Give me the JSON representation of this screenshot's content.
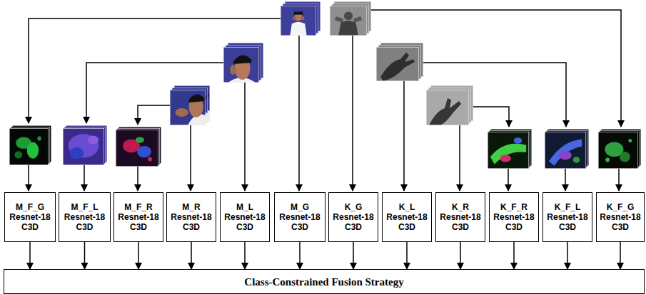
{
  "diagram": {
    "nodes": [
      {
        "text": [
          "M_F_G",
          "Resnet-18 C3D"
        ]
      },
      {
        "text": [
          "M_F_L",
          "Resnet-18 C3D"
        ]
      },
      {
        "text": [
          "M_F_R",
          "Resnet-18 C3D"
        ]
      },
      {
        "text": [
          "M_R",
          "Resnet-18 C3D"
        ]
      },
      {
        "text": [
          "M_L",
          "Resnet-18 C3D"
        ]
      },
      {
        "text": [
          "M_G",
          "Resnet-18 C3D"
        ]
      },
      {
        "text": [
          "K_G",
          "Resnet-18 C3D"
        ]
      },
      {
        "text": [
          "K_L",
          "Resnet-18 C3D"
        ]
      },
      {
        "text": [
          "K_R",
          "Resnet-18 C3D"
        ]
      },
      {
        "text": [
          "K_F_R",
          "Resnet-18 C3D"
        ]
      },
      {
        "text": [
          "K_F_L",
          "Resnet-18 C3D"
        ]
      },
      {
        "text": [
          "K_F_G",
          "Resnet-18 C3D"
        ]
      },
      {
        "text": [
          "Class-Constrained Fusion Strategy"
        ]
      }
    ],
    "edges": [
      {
        "from": 0,
        "to": 12,
        "arrow": "to"
      },
      {
        "from": 1,
        "to": 12,
        "arrow": "to"
      },
      {
        "from": 2,
        "to": 12,
        "arrow": "to"
      },
      {
        "from": 3,
        "to": 12,
        "arrow": "to"
      },
      {
        "from": 4,
        "to": 12,
        "arrow": "to"
      },
      {
        "from": 5,
        "to": 12,
        "arrow": "to"
      },
      {
        "from": 6,
        "to": 12,
        "arrow": "to"
      },
      {
        "from": 7,
        "to": 12,
        "arrow": "to"
      },
      {
        "from": 8,
        "to": 12,
        "arrow": "to"
      },
      {
        "from": 9,
        "to": 12,
        "arrow": "to"
      },
      {
        "from": 10,
        "to": 12,
        "arrow": "to"
      },
      {
        "from": 11,
        "to": 12,
        "arrow": "to"
      }
    ]
  }
}
